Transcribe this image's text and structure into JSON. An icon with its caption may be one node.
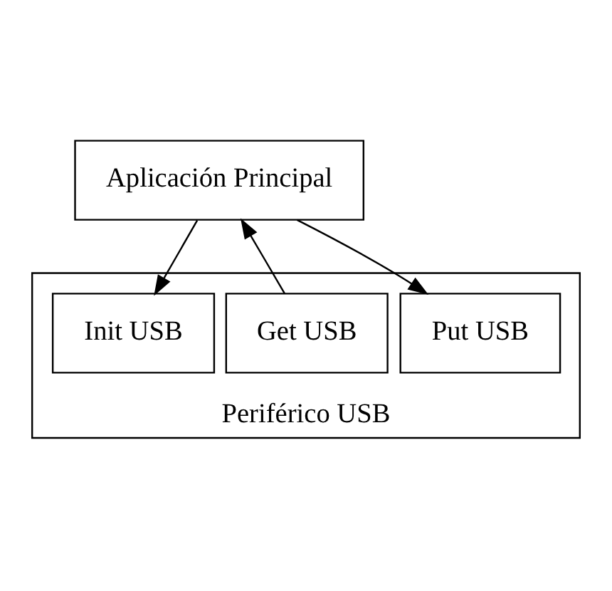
{
  "diagram": {
    "nodes": [
      {
        "text": [
          "Aplicación Principal"
        ]
      },
      {
        "text": [
          "Periférico USB"
        ]
      },
      {
        "text": [
          "Put USB"
        ],
        "in": 1
      },
      {
        "text": [
          "Get USB"
        ],
        "in": 1
      },
      {
        "text": [
          "Init USB"
        ],
        "in": 1
      }
    ],
    "edges": [
      {
        "from": 0,
        "to": 2,
        "arrow": "to"
      },
      {
        "from": 3,
        "to": 0,
        "arrow": "to"
      },
      {
        "from": 0,
        "to": 4,
        "arrow": "to"
      }
    ]
  }
}
